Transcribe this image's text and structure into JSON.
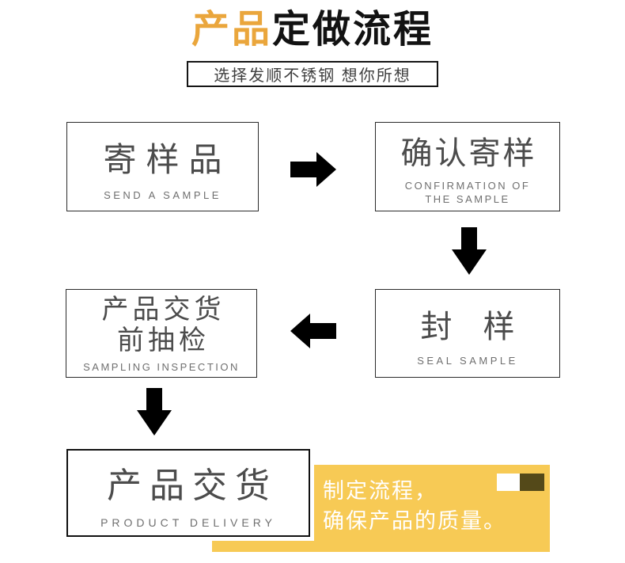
{
  "title": {
    "highlight": "产品",
    "rest": "定做流程"
  },
  "subtitle": "选择发顺不锈钢 想你所想",
  "steps": [
    {
      "zh": "寄样品",
      "en": "SEND A SAMPLE"
    },
    {
      "zh": "确认寄样",
      "en_line1": "CONFIRMATION OF",
      "en_line2": "THE SAMPLE"
    },
    {
      "zh": "封 样",
      "en": "SEAL SAMPLE"
    },
    {
      "zh_line1": "产品交货",
      "zh_line2": "前抽检",
      "en": "SAMPLING INSPECTION"
    },
    {
      "zh": "产品交货",
      "en": "PRODUCT DELIVERY"
    }
  ],
  "callout": {
    "line1": "制定流程，",
    "line2": "确保产品的质量。"
  },
  "icons": {
    "arrow_right": "solid black block arrow pointing right",
    "arrow_down_1": "solid black block arrow pointing down",
    "arrow_left": "solid black block arrow pointing left",
    "arrow_down_2": "solid black block arrow pointing down"
  },
  "colors": {
    "accent_orange": "#EAA63C",
    "callout_yellow": "#F7CA55",
    "callout_dark_square": "#544919",
    "arrow_black": "#000000",
    "box_text_gray": "#4C4C4C",
    "box_subtext_gray": "#6F6F6F"
  }
}
